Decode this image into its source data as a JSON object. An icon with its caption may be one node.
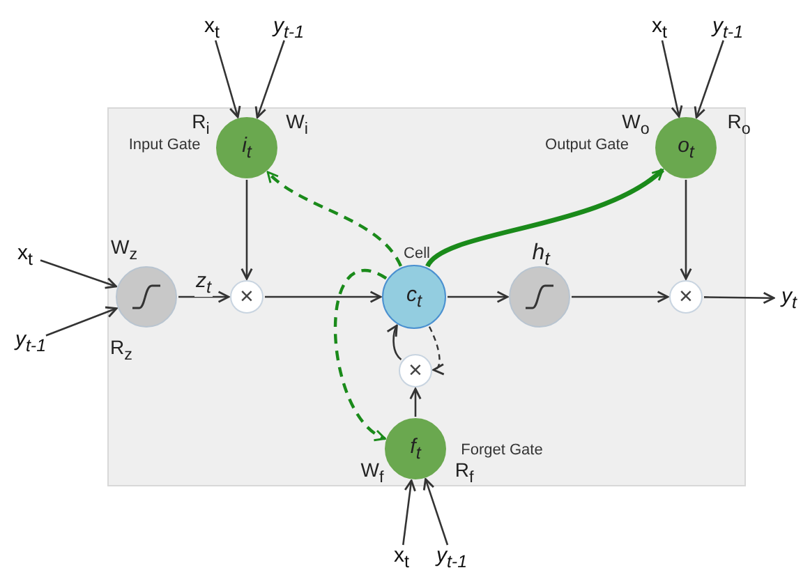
{
  "diagram": {
    "nodes": [
      {
        "text": [],
        "shape": "box"
      },
      {
        "text": [
          "x$_{t}$"
        ]
      },
      {
        "text": [
          "y$_{t-1}$"
        ]
      },
      {
        "text": [
          "x$_{t}$"
        ]
      },
      {
        "text": [
          "y$_{t-1}$"
        ]
      },
      {
        "text": [
          "Input Gate",
          "i$_{t}$"
        ],
        "beside": [
          "R$_{i}$",
          "W$_{i}$"
        ],
        "in": 0
      },
      {
        "text": [
          "Output Gate",
          "o$_{t}$"
        ],
        "beside": [
          "W$_{o}$",
          "R$_{o}$"
        ],
        "in": 0
      },
      {
        "text": [
          "x$_{t}$"
        ]
      },
      {
        "text": [
          "y$_{t-1}$"
        ]
      },
      {
        "text": [],
        "shape": "circle",
        "beside": [
          "W$_{z}$",
          "R$_{z}$"
        ],
        "in": 0
      },
      {
        "text": [
          "×"
        ],
        "in": 0
      },
      {
        "text": [
          "Cell",
          "c$_{t}$"
        ],
        "in": 0
      },
      {
        "text": [],
        "shape": "circle",
        "beside": [
          "h$_{t}$"
        ],
        "in": 0
      },
      {
        "text": [
          "×"
        ],
        "in": 0
      },
      {
        "text": [
          "y$_{t}$"
        ]
      },
      {
        "text": [
          "×"
        ],
        "in": 0
      },
      {
        "text": [
          "f$_{t}$",
          "Forget Gate"
        ],
        "beside": [
          "W$_{f}$",
          "R$_{f}$"
        ],
        "in": 0
      },
      {
        "text": [
          "x$_{t}$"
        ]
      },
      {
        "text": [
          "y$_{t-1}$"
        ]
      }
    ],
    "edges": [
      {
        "from": 1,
        "to": 5,
        "arrow": "to"
      },
      {
        "from": 2,
        "to": 5,
        "arrow": "to"
      },
      {
        "from": 3,
        "to": 6,
        "arrow": "to"
      },
      {
        "from": 4,
        "to": 6,
        "arrow": "to"
      },
      {
        "from": 7,
        "to": 9,
        "arrow": "to"
      },
      {
        "from": 8,
        "to": 9,
        "arrow": "to"
      },
      {
        "from": 9,
        "to": 10,
        "arrow": "to",
        "label": "z$_{t}$"
      },
      {
        "from": 5,
        "to": 10,
        "arrow": "to"
      },
      {
        "from": 10,
        "to": 11,
        "arrow": "to"
      },
      {
        "from": 11,
        "to": 12,
        "arrow": "to"
      },
      {
        "from": 12,
        "to": 13,
        "arrow": "to"
      },
      {
        "from": 6,
        "to": 13,
        "arrow": "to"
      },
      {
        "from": 13,
        "to": 14,
        "arrow": "to"
      },
      {
        "from": 11,
        "to": 6,
        "arrow": "to",
        "style": "thick",
        "color": "#1a8a1a"
      },
      {
        "from": 11,
        "to": 5,
        "arrow": "to",
        "style": "dashed",
        "color": "#1a8a1a"
      },
      {
        "from": 11,
        "to": 16,
        "arrow": "to",
        "style": "dashed",
        "color": "#1a8a1a"
      },
      {
        "from": 15,
        "to": 11,
        "arrow": "to"
      },
      {
        "from": 11,
        "to": 15,
        "arrow": "to",
        "style": "dashed"
      },
      {
        "from": 16,
        "to": 15,
        "arrow": "to"
      },
      {
        "from": 17,
        "to": 16,
        "arrow": "to"
      },
      {
        "from": 18,
        "to": 16,
        "arrow": "to"
      }
    ]
  }
}
